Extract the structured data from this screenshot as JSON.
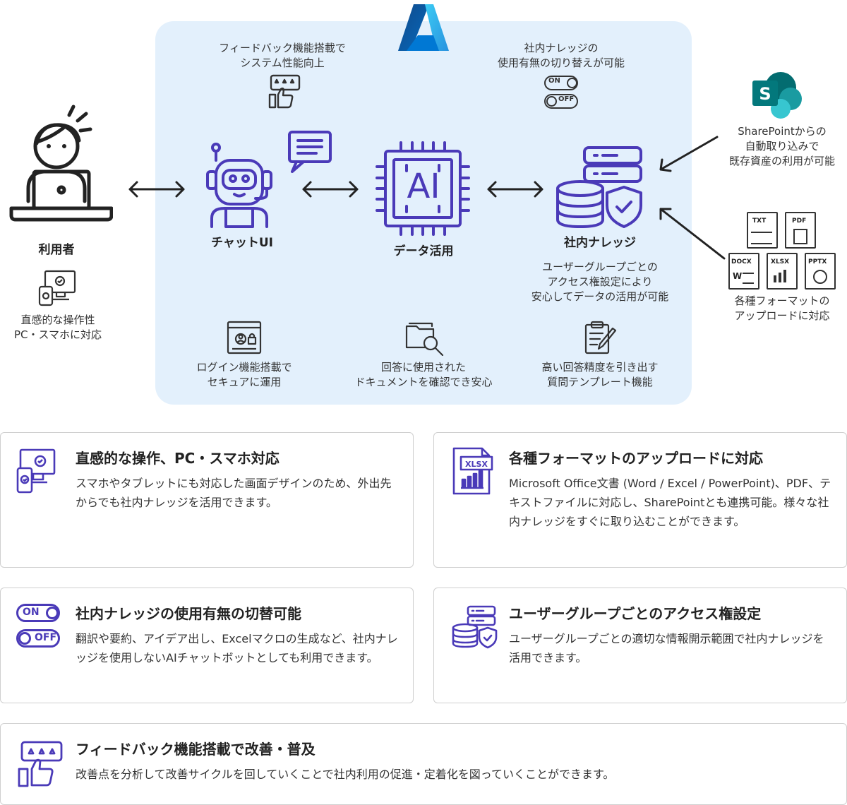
{
  "diagram": {
    "user": {
      "title": "利用者",
      "desc": [
        "直感的な操作性",
        "PC・スマホに対応"
      ]
    },
    "chat": {
      "title": "チャットUI"
    },
    "data_use": {
      "title": "データ活用"
    },
    "knowledge": {
      "title": "社内ナレッジ",
      "desc": [
        "ユーザーグループごとの",
        "アクセス権設定により",
        "安心してデータの活用が可能"
      ]
    },
    "feedback_top": [
      "フィードバック機能搭載で",
      "システム性能向上"
    ],
    "toggle_top": [
      "社内ナレッジの",
      "使用有無の切り替えが可能"
    ],
    "toggle_on": "ON",
    "toggle_off": "OFF",
    "sharepoint": [
      "SharePointからの",
      "自動取り込みで",
      "既存資産の利用が可能"
    ],
    "formats": [
      "各種フォーマットの",
      "アップロードに対応"
    ],
    "file_types": [
      "TXT",
      "PDF",
      "DOCX",
      "XLSX",
      "PPTX"
    ],
    "ai_chip_text": "AI",
    "bottom": [
      {
        "text": [
          "ログイン機能搭載で",
          "セキュアに運用"
        ]
      },
      {
        "text": [
          "回答に使用された",
          "ドキュメントを確認でき安心"
        ]
      },
      {
        "text": [
          "高い回答精度を引き出す",
          "質問テンプレート機能"
        ]
      }
    ],
    "colors": {
      "accent": "#4a3ab8",
      "panel": "#e3f0fc",
      "sharepoint": "#038387"
    }
  },
  "cards": [
    {
      "title": "直感的な操作、PC・スマホ対応",
      "body": "スマホやタブレットにも対応した画面デザインのため、外出先からでも社内ナレッジを活用できます。"
    },
    {
      "title": "各種フォーマットのアップロードに対応",
      "body": "Microsoft Office文書 (Word / Excel / PowerPoint)、PDF、テキストファイルに対応し、SharePointとも連携可能。様々な社内ナレッジをすぐに取り込むことができます。"
    },
    {
      "title": "社内ナレッジの使用有無の切替可能",
      "body": "翻訳や要約、アイデア出し、Excelマクロの生成など、社内ナレッジを使用しないAIチャットボットとしても利用できます。"
    },
    {
      "title": "ユーザーグループごとのアクセス権設定",
      "body": "ユーザーグループごとの適切な情報開示範囲で社内ナレッジを活用できます。"
    },
    {
      "title": "フィードバック機能搭載で改善・普及",
      "body": "改善点を分析して改善サイクルを回していくことで社内利用の促進・定着化を図っていくことができます。"
    }
  ]
}
